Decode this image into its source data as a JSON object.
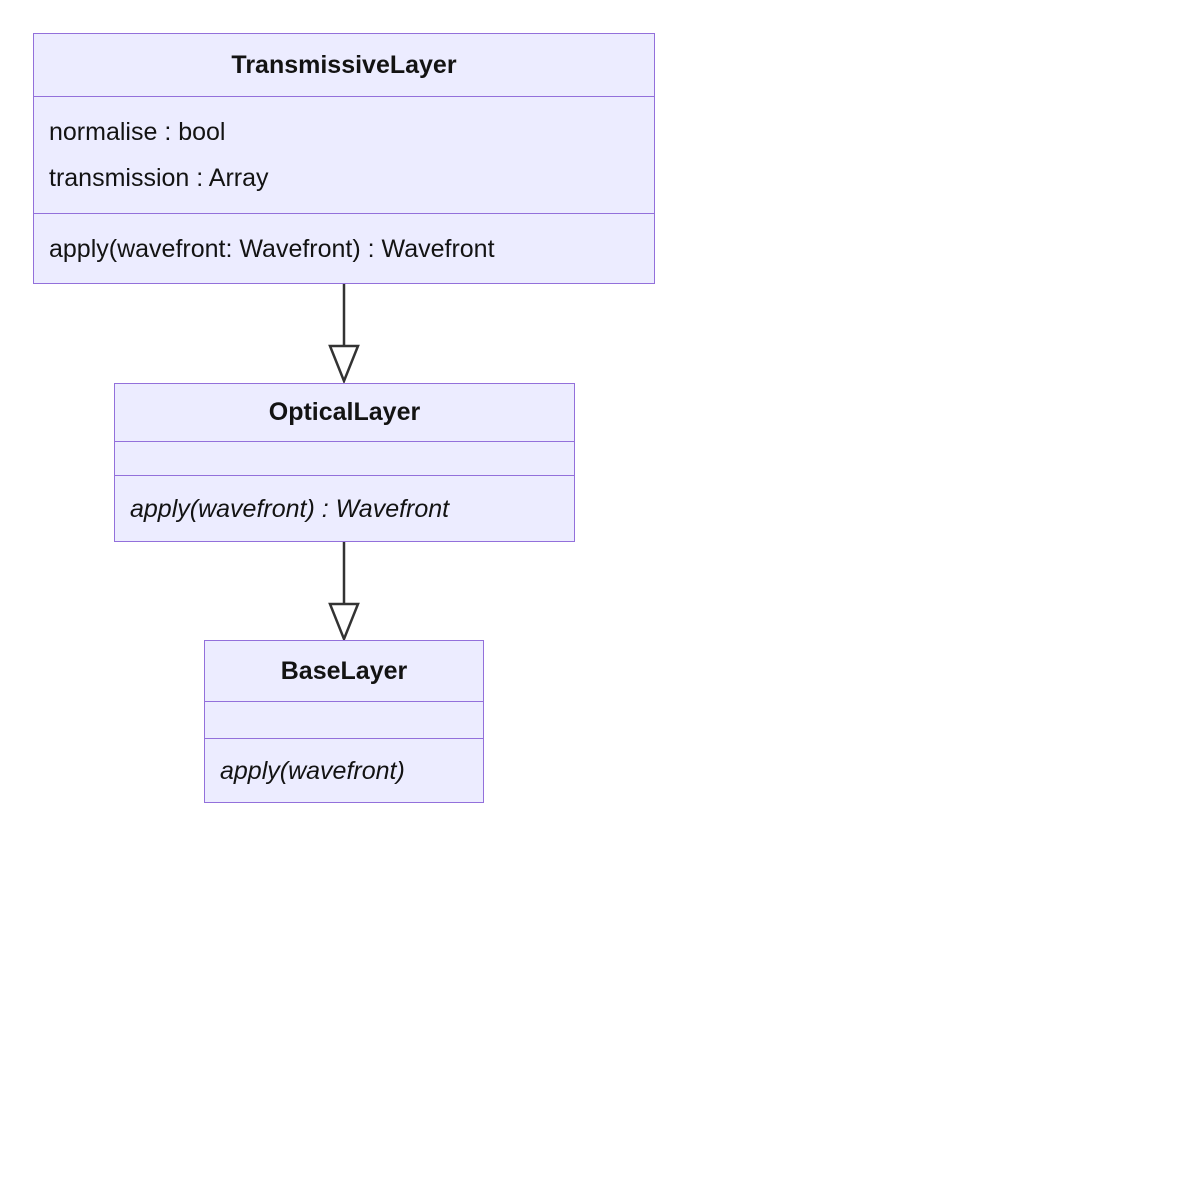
{
  "diagram": {
    "type": "uml-class-diagram",
    "background_color": "#ffffff",
    "node_fill_color": "#ECECFF",
    "node_border_color": "#9370DB",
    "text_color": "#131313",
    "arrow_color": "#333333"
  },
  "classes": [
    {
      "title": "TransmissiveLayer",
      "attributes": [
        "normalise : bool",
        "transmission : Array"
      ],
      "methods": [
        {
          "text": "apply(wavefront: Wavefront) : Wavefront",
          "italic": false
        }
      ]
    },
    {
      "title": "OpticalLayer",
      "attributes": [],
      "methods": [
        {
          "text": "apply(wavefront) : Wavefront",
          "italic": true
        }
      ]
    },
    {
      "title": "BaseLayer",
      "attributes": [],
      "methods": [
        {
          "text": "apply(wavefront)",
          "italic": true
        }
      ]
    }
  ],
  "edges": [
    {
      "from": "TransmissiveLayer",
      "to": "OpticalLayer",
      "relation": "inheritance",
      "arrowhead": "hollow-triangle"
    },
    {
      "from": "OpticalLayer",
      "to": "BaseLayer",
      "relation": "inheritance",
      "arrowhead": "hollow-triangle"
    }
  ]
}
